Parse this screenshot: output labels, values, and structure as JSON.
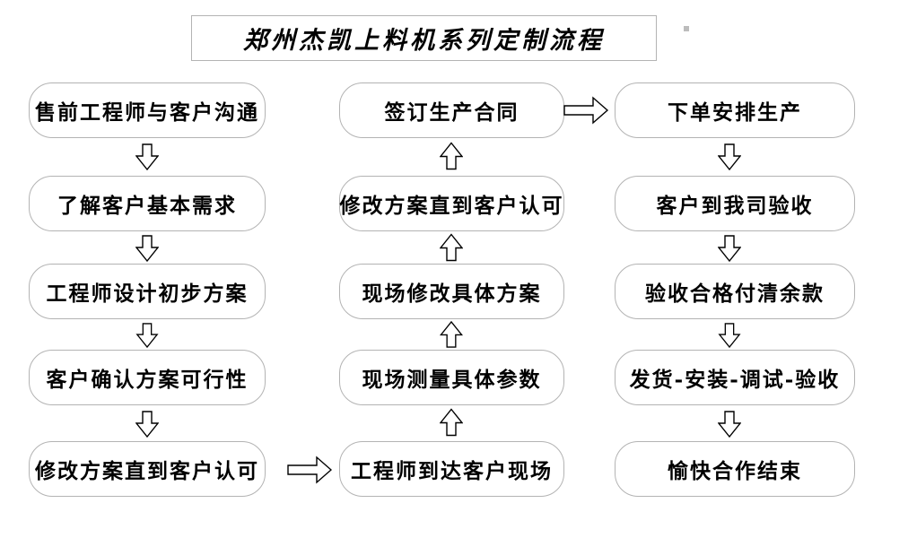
{
  "title": "郑州杰凯上料机系列定制流程",
  "flow": {
    "left_column": [
      "售前工程师与客户沟通",
      "了解客户基本需求",
      "工程师设计初步方案",
      "客户确认方案可行性",
      "修改方案直到客户认可"
    ],
    "middle_column": [
      "签订生产合同",
      "修改方案直到客户认可",
      "现场修改具体方案",
      "现场测量具体参数",
      "工程师到达客户现场"
    ],
    "right_column": [
      "下单安排生产",
      "客户到我司验收",
      "验收合格付清余款",
      "发货-安装-调试-验收",
      "愉快合作结束"
    ]
  },
  "colors": {
    "background": "#ffffff",
    "box_border": "#b3b3b3",
    "text": "#000000",
    "arrow_outline": "#000000",
    "arrow_fill": "#ffffff"
  }
}
